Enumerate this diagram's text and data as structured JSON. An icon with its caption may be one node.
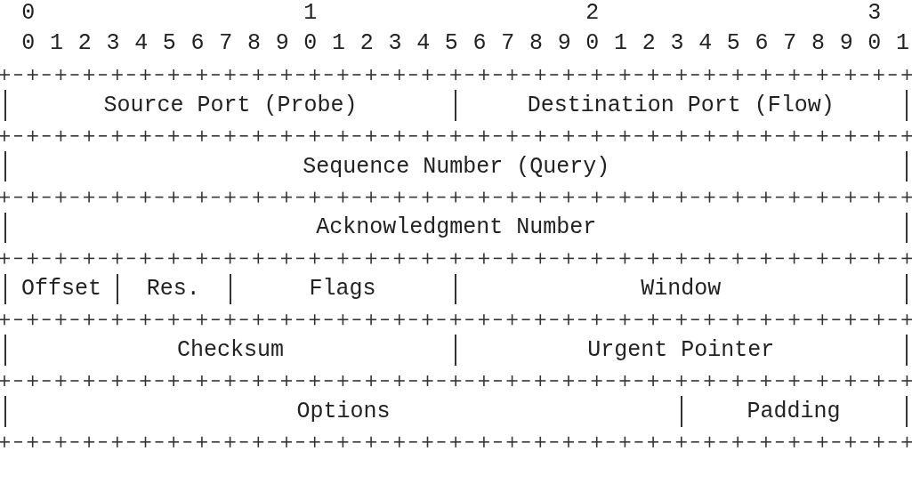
{
  "diagram": {
    "nodes": [
      {
        "text": [
          "Source Port (Probe)"
        ]
      },
      {
        "text": [
          "Destination Port (Flow)"
        ]
      },
      {
        "text": [
          "Sequence Number (Query)"
        ]
      },
      {
        "text": [
          "Acknowledgment Number"
        ]
      },
      {
        "text": [
          "Offset"
        ]
      },
      {
        "text": [
          "Res."
        ]
      },
      {
        "text": [
          "Flags"
        ]
      },
      {
        "text": [
          "Window"
        ]
      },
      {
        "text": [
          "Checksum"
        ]
      },
      {
        "text": [
          "Urgent Pointer"
        ]
      },
      {
        "text": [
          "Options"
        ]
      },
      {
        "text": [
          "Padding"
        ]
      }
    ],
    "labels": [
      "0",
      "1",
      "2",
      "3",
      "0",
      "1",
      "2",
      "3",
      "4",
      "5",
      "6",
      "7",
      "8",
      "9",
      "0",
      "1",
      "2",
      "3",
      "4",
      "5",
      "6",
      "7",
      "8",
      "9",
      "0",
      "1",
      "2",
      "3",
      "4",
      "5",
      "6",
      "7",
      "8",
      "9",
      "0",
      "1"
    ]
  }
}
